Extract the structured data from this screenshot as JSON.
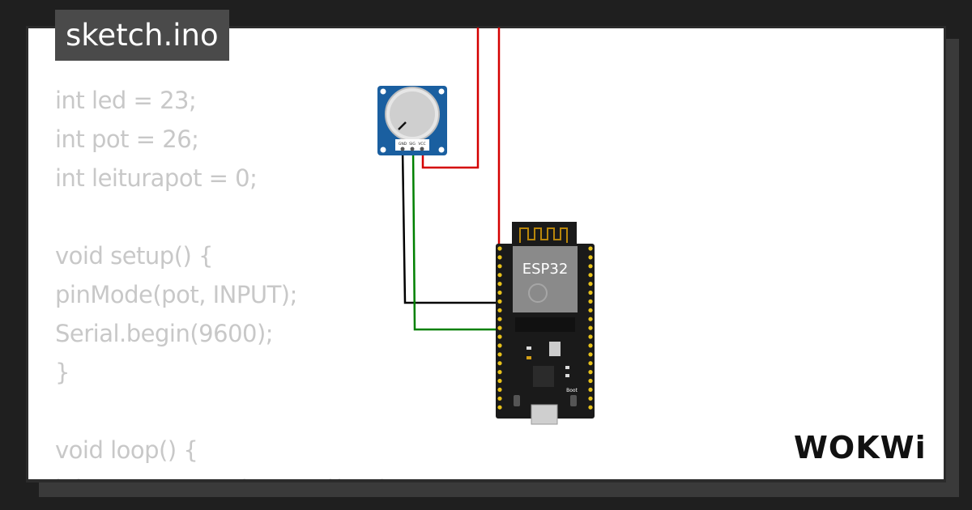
{
  "tab": {
    "filename": "sketch.ino"
  },
  "code": {
    "lines": [
      "int led = 23;",
      "int pot = 26;",
      "int leiturapot = 0;",
      "",
      "void setup() {",
      "pinMode(pot, INPUT);",
      "Serial.begin(9600);",
      "}",
      "",
      "void loop() {",
      "leiturapot = analogRead(pot);"
    ]
  },
  "components": {
    "potentiometer": {
      "pin_labels": [
        "GND",
        "SIG",
        "VCC"
      ]
    },
    "esp32": {
      "chip_label": "ESP32",
      "boot_label": "Boot"
    }
  },
  "wires": {
    "vcc_color": "#d40000",
    "gnd_color": "#000000",
    "sig_color": "#008000"
  },
  "brand": {
    "logo_text": "WOKWi"
  },
  "colors": {
    "background": "#1f1f1f",
    "canvas": "#ffffff",
    "code_text": "#c8c8c8",
    "badge_bg": "#4a4a4a",
    "pot_board": "#1a5fa0",
    "esp_board": "#1a1a1a",
    "esp_module": "#8a8a8a"
  }
}
